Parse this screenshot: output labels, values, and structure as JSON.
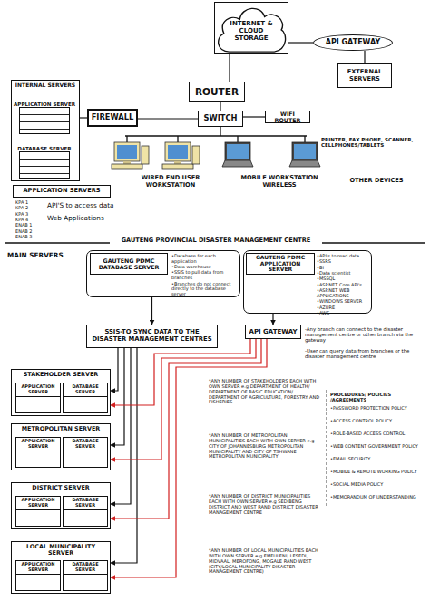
{
  "diagram": {
    "nodes": [
      {
        "text": [
          "INTERNET & CLOUD STORAGE"
        ]
      },
      {
        "text": [
          "API GATEWAY"
        ]
      },
      {
        "text": [
          "INTERNAL SERVERS"
        ]
      },
      {
        "text": [
          "APPLICATION SERVER"
        ],
        "in": 2
      },
      {
        "text": [
          "DATABASE SERVER"
        ],
        "in": 2
      },
      {
        "text": [
          "ROUTER"
        ]
      },
      {
        "text": [
          "EXTERNAL SERVERS"
        ]
      },
      {
        "text": [
          "FIREWALL"
        ]
      },
      {
        "text": [
          "SWITCH"
        ]
      },
      {
        "text": [
          "WIFI ROUTER"
        ]
      },
      {
        "text": [
          "APPLICATION SERVERS"
        ]
      },
      {
        "text": [
          "•Database for each application",
          "•Data warehouse",
          "•SSIS to pull data from branches",
          "•Branches do not connect directly to the database server"
        ]
      },
      {
        "text": [
          "GAUTENG PDMC DATABASE SERVER"
        ],
        "in": 11
      },
      {
        "text": [
          "•API's to read data",
          "•SSRS",
          "•BI",
          "•Data scientist",
          "•MSSQL",
          "•ASP.NET Core API's",
          "•ASP.NET WEB APPLICATIONS",
          "•WINDOWS SERVER",
          "•AZURE",
          "•AWS"
        ]
      },
      {
        "text": [
          "GAUTENG PDMC APPLICATION SERVER"
        ],
        "in": 13
      },
      {
        "text": [
          "SSIS-TO SYNC DATA TO THE DISASTER MANAGEMENT CENTRES"
        ]
      },
      {
        "text": [
          "API GATEWAY"
        ]
      },
      {
        "text": [
          "STAKEHOLDER SERVER"
        ]
      },
      {
        "text": [
          "APPLICATION SERVER"
        ],
        "in": 17
      },
      {
        "text": [
          "DATABASE SERVER"
        ],
        "in": 17
      },
      {
        "text": [
          "METROPOLITAN SERVER"
        ]
      },
      {
        "text": [
          "APPLICATION SERVER"
        ],
        "in": 20
      },
      {
        "text": [
          "DATABASE SERVER"
        ],
        "in": 20
      },
      {
        "text": [
          "DISTRICT SERVER"
        ]
      },
      {
        "text": [
          "APPLICATION SERVER"
        ],
        "in": 23
      },
      {
        "text": [
          "DATABASE SERVER"
        ],
        "in": 23
      },
      {
        "text": [
          "LOCAL MUNICIPALITY SERVER"
        ]
      },
      {
        "text": [
          "APPLICATION SERVER"
        ],
        "in": 26
      },
      {
        "text": [
          "DATABASE SERVER"
        ],
        "in": 26
      }
    ],
    "edges": [
      {
        "from": 0,
        "to": 1,
        "arrow": "none"
      },
      {
        "from": 1,
        "to": 6,
        "arrow": "none"
      },
      {
        "from": 0,
        "to": 5,
        "arrow": "none"
      },
      {
        "from": 5,
        "to": 8,
        "arrow": "none"
      },
      {
        "from": 7,
        "to": 8,
        "arrow": "none"
      },
      {
        "from": 2,
        "to": 7,
        "arrow": "none"
      },
      {
        "from": 8,
        "to": 9,
        "arrow": "none"
      },
      {
        "from": 11,
        "to": 15,
        "arrow": "to"
      },
      {
        "from": 13,
        "to": 16,
        "arrow": "to"
      },
      {
        "from": 15,
        "to": 17,
        "arrow": "to"
      },
      {
        "from": 15,
        "to": 20,
        "arrow": "to"
      },
      {
        "from": 15,
        "to": 23,
        "arrow": "to"
      },
      {
        "from": 15,
        "to": 26,
        "arrow": "to"
      },
      {
        "from": 16,
        "to": 17,
        "arrow": "to"
      },
      {
        "from": 16,
        "to": 20,
        "arrow": "to"
      },
      {
        "from": 16,
        "to": 23,
        "arrow": "to"
      },
      {
        "from": 16,
        "to": 26,
        "arrow": "to"
      }
    ],
    "labels": [
      "WIRED END USER WORKSTATION",
      "MOBILE WORKSTATION WIRELESS",
      "PRINTER, FAX PHONE, SCANNER, CELLPHONES/TABLETS",
      "OTHER DEVICES",
      "KPA 1",
      "KPA 2",
      "KPA 3",
      "KPA 4",
      "ENAB 1",
      "ENAB 2",
      "ENAB 3",
      "API'S to access data",
      "Web Applications",
      "GAUTENG PROVINCIAL DISASTER MANAGEMENT CENTRE",
      "MAIN SERVERS",
      "-Any branch can connect to the disaster management centre or other branch via the gateway",
      "-User can query data from branches or the disaster management centre",
      "*ANY NUMBER OF STAKEHOLDERS EACH WITH OWN SERVER e.g DEPARTMENT OF HEALTH/ DEPARTMENT OF BASIC EDUCATION/ DEPARTMENT OF AGRICULTURE, FORESTRY AND FISHERIES",
      "*ANY NUMBER OF METROPOLITAN MUNICIPALITIES EACH WITH OWN SERVER e.g CITY OF JOHANNESBURG METROPOLITAN MUNICIPALITY AND CITY OF TSHWANE METROPOLITAN MUNICIPALITY",
      "*ANY NUMBER OF DISTRICT MUNICIPALITIES EACH WITH OWN SERVER e.g SEDIBENG DISTRICT AND WEST RAND DISTRICT DISASTER MANAGEMENT CENTRE",
      "*ANY NUMBER OF LOCAL MUNICIPALITIES EACH WITH OWN SERVER e.g EMFULENI, LESEDI, MIDVAAL, MEROFONG, MOGALE RAND WEST (CITY/LOCAL MUNICIPALITY DISASTER MANAGEMENT CENTRE)",
      "PROCEDURES/ POLICIES /AGREEMENTS",
      "•PASSWORD PROTECTION POLICY",
      "•ACCESS CONTROL POLICY",
      "•ROLE-BASED ACCESS CONTROL",
      "•WEB CONTENT GOVERNMENT POLICY",
      "•EMAIL SECURITY",
      "•MOBILE & REMOTE WORKING POLICY",
      "•SOCIAL MEDIA POLICY",
      "•MEMORANDUM OF UNDERSTANDING"
    ]
  }
}
